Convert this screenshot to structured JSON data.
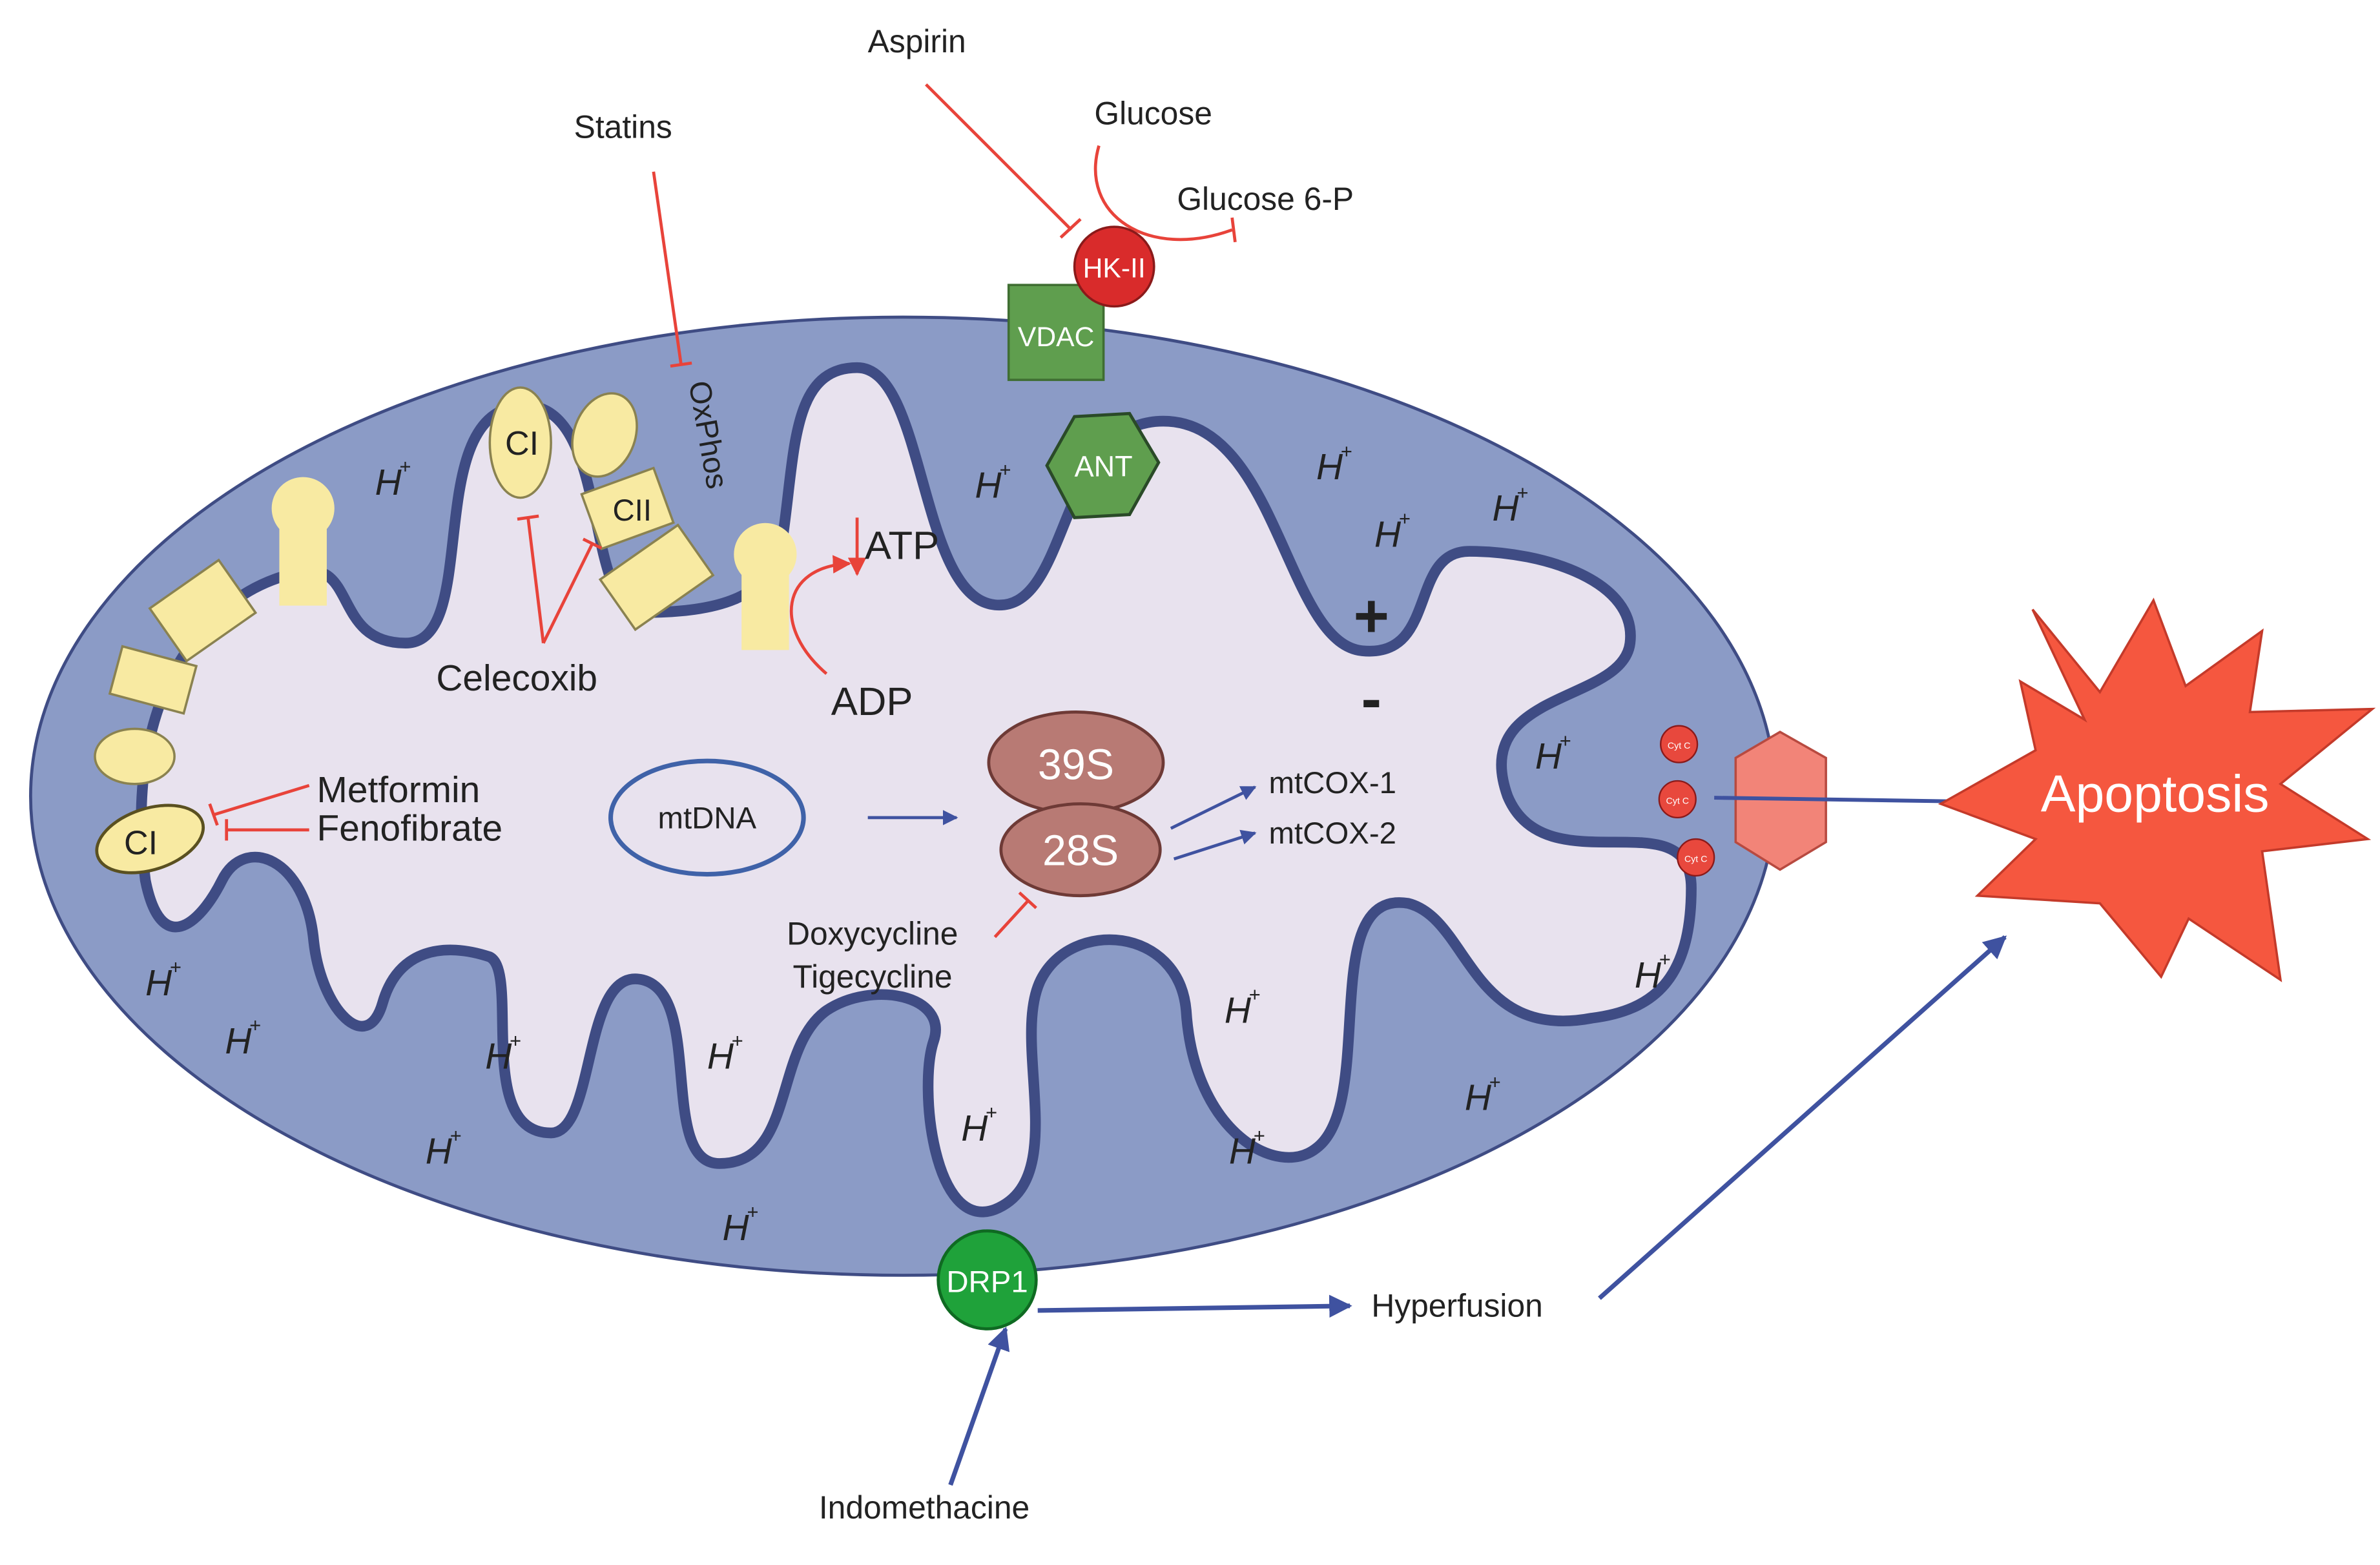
{
  "labels": {
    "aspirin": "Aspirin",
    "glucose": "Glucose",
    "glucose6p": "Glucose 6-P",
    "statins": "Statins",
    "oxphos": "OxPhos",
    "hk2": "HK-II",
    "vdac": "VDAC",
    "ant": "ANT",
    "ci": "CI",
    "cii": "CII",
    "atp": "ATP",
    "adp": "ADP",
    "celecoxib": "Celecoxib",
    "metformin": "Metformin",
    "fenofibrate": "Fenofibrate",
    "mtdna": "mtDNA",
    "s39": "39S",
    "s28": "28S",
    "mtcox1": "mtCOX-1",
    "mtcox2": "mtCOX-2",
    "doxycycline": "Doxycycline",
    "tigecycline": "Tigecycline",
    "cytc": "Cyt C",
    "apoptosis": "Apoptosis",
    "drp1": "DRP1",
    "hyperfusion": "Hyperfusion",
    "indomethacine": "Indomethacine",
    "plus": "+",
    "minus": "-",
    "h": "H",
    "hplus": "+"
  },
  "colors": {
    "outer": "#8b9bc6",
    "inner": "#e8e2ee",
    "membrane": "#3f4c84",
    "complex": "#f8eaa2",
    "inhibit": "#e8433a",
    "arrow": "#3f52a0",
    "hk2": "#d92b2b",
    "vdac": "#5f9e4e",
    "ant": "#5f9e4e",
    "ribosome": "#b87a74",
    "cytc": "#e8483d",
    "pore": "#f28478",
    "apoptosis": "#f5573f",
    "drp1": "#1fa23a"
  }
}
